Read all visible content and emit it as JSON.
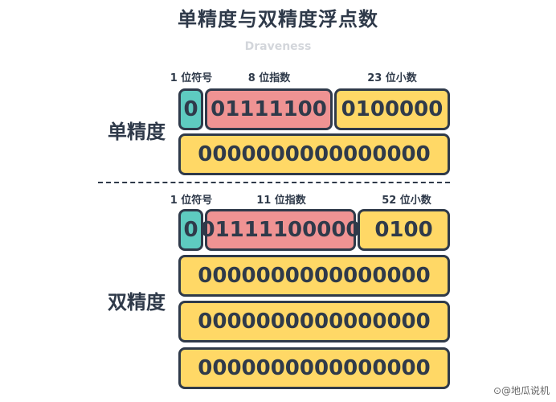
{
  "title": "单精度与双精度浮点数",
  "subtitle": "Draveness",
  "single": {
    "label": "单精度",
    "headers": {
      "sign": "1 位符号",
      "exponent": "8 位指数",
      "mantissa": "23 位小数"
    },
    "sign": "0",
    "exponent": "01111100",
    "mantissa_first": "0100000",
    "mantissa_rows": [
      "0000000000000000"
    ]
  },
  "double": {
    "label": "双精度",
    "headers": {
      "sign": "1 位符号",
      "exponent": "11 位指数",
      "mantissa": "52 位小数"
    },
    "sign": "0",
    "exponent": "01111100000",
    "mantissa_first": "0100",
    "mantissa_rows": [
      "0000000000000000",
      "0000000000000000",
      "0000000000000000"
    ]
  },
  "watermark": "⊙@地瓜说机",
  "colors": {
    "sign": "#5ecbc0",
    "exponent": "#ef9393",
    "mantissa": "#ffd866",
    "border": "#2f3a4a"
  }
}
